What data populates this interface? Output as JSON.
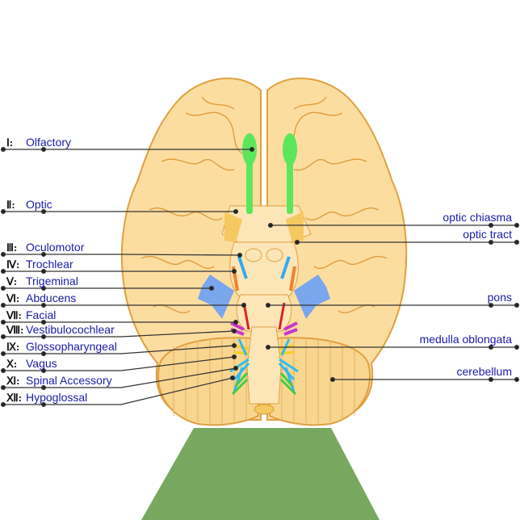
{
  "left_labels": [
    {
      "num": "Ⅰ:",
      "name": "Olfactory"
    },
    {
      "num": "Ⅱ:",
      "name": "Optic"
    },
    {
      "num": "Ⅲ:",
      "name": "Oculomotor"
    },
    {
      "num": "Ⅳ:",
      "name": "Trochlear"
    },
    {
      "num": "Ⅴ:",
      "name": "Trigeminal"
    },
    {
      "num": "Ⅵ:",
      "name": "Abducens"
    },
    {
      "num": "Ⅶ:",
      "name": "Facial"
    },
    {
      "num": "Ⅷ:",
      "name": "Vestibulocochlear"
    },
    {
      "num": "Ⅸ:",
      "name": "Glossopharyngeal"
    },
    {
      "num": "Ⅹ:",
      "name": "Vagus"
    },
    {
      "num": "Ⅺ:",
      "name": "Spinal Accessory"
    },
    {
      "num": "Ⅻ:",
      "name": "Hypoglossal"
    }
  ],
  "right_labels": [
    {
      "name": "optic chiasma"
    },
    {
      "name": "optic tract"
    },
    {
      "name": "pons"
    },
    {
      "name": "medulla oblongata"
    },
    {
      "name": "cerebellum"
    }
  ],
  "colors": {
    "brain": "#fcdda0",
    "brain_outline": "#e0a040",
    "olfactory": "#5ce65c",
    "trigeminal": "#7aa6ee",
    "abducens": "#e02020",
    "vestibulocochlear": "#cc33cc",
    "glossopharyngeal": "#f5d020",
    "vagus": "#33bbee",
    "hypoglossal": "#44cc44",
    "spinal_cord_base": "#78a860",
    "label_text": "#1a1aa8"
  }
}
